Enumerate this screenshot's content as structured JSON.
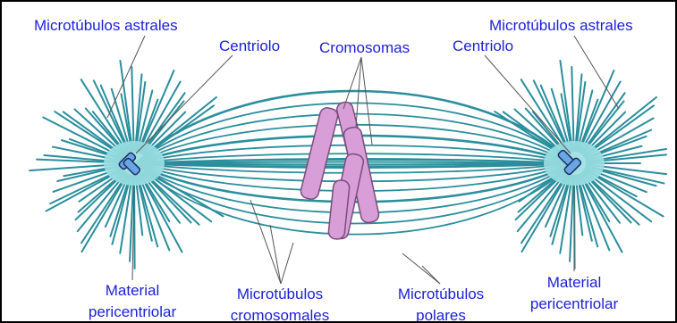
{
  "labels": {
    "astral_left": "Microtúbulos astrales",
    "astral_right": "Microtúbulos astrales",
    "centriole_left": "Centriolo",
    "centriole_right": "Centriolo",
    "chromosomes": "Cromosomas",
    "pcm_left_line1": "Material",
    "pcm_left_line2": "pericentriolar",
    "kinetochore_line1": "Microtúbulos",
    "kinetochore_line2": "cromosomales",
    "polar_line1": "Microtúbulos",
    "polar_line2": "polares",
    "pcm_right_line1": "Material",
    "pcm_right_line2": "pericentriolar"
  },
  "colors": {
    "text": "#1b1fd6",
    "microtubule": "#2a8e9c",
    "pericentriolar": "#9adfe2",
    "chromosome_fill": "#d79ed8",
    "chromosome_stroke": "#7a4d7c",
    "centriole": "#6aa6e6",
    "leader": "#555555"
  }
}
